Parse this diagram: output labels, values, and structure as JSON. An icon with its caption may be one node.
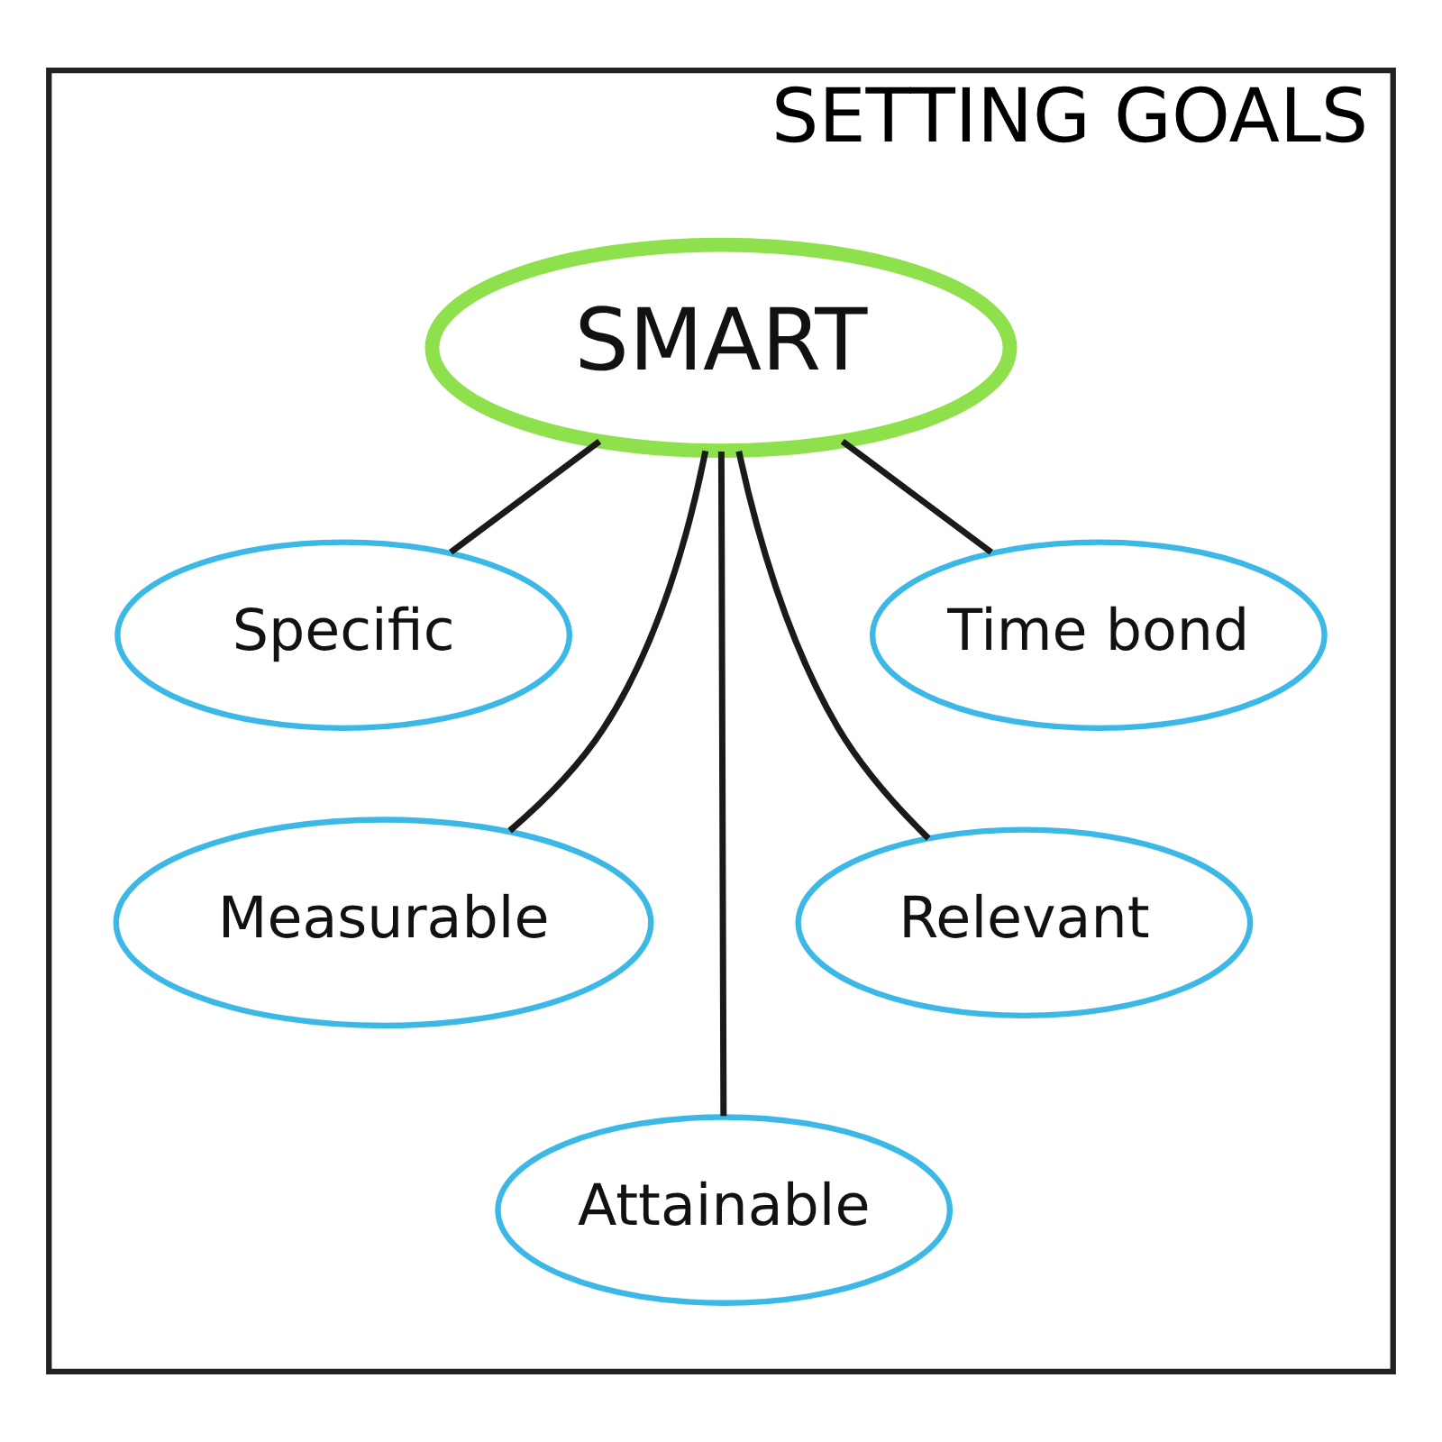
{
  "diagram": {
    "nodes": [
      {
        "text": [
          "SETTING GOALS"
        ]
      },
      {
        "text": [
          "SMART"
        ],
        "in": 0
      },
      {
        "text": [
          "Specific"
        ],
        "in": 0
      },
      {
        "text": [
          "Time bond"
        ],
        "in": 0
      },
      {
        "text": [
          "Relevant"
        ],
        "in": 0
      },
      {
        "text": [
          "Measurable"
        ],
        "in": 0
      },
      {
        "text": [
          "Attainable"
        ],
        "in": 0
      }
    ],
    "edges": [
      {
        "from": 1,
        "to": 2,
        "arrow": "none"
      },
      {
        "from": 1,
        "to": 5,
        "arrow": "none"
      },
      {
        "from": 1,
        "to": 6,
        "arrow": "none"
      },
      {
        "from": 1,
        "to": 4,
        "arrow": "none"
      },
      {
        "from": 1,
        "to": 3,
        "arrow": "none"
      }
    ]
  }
}
